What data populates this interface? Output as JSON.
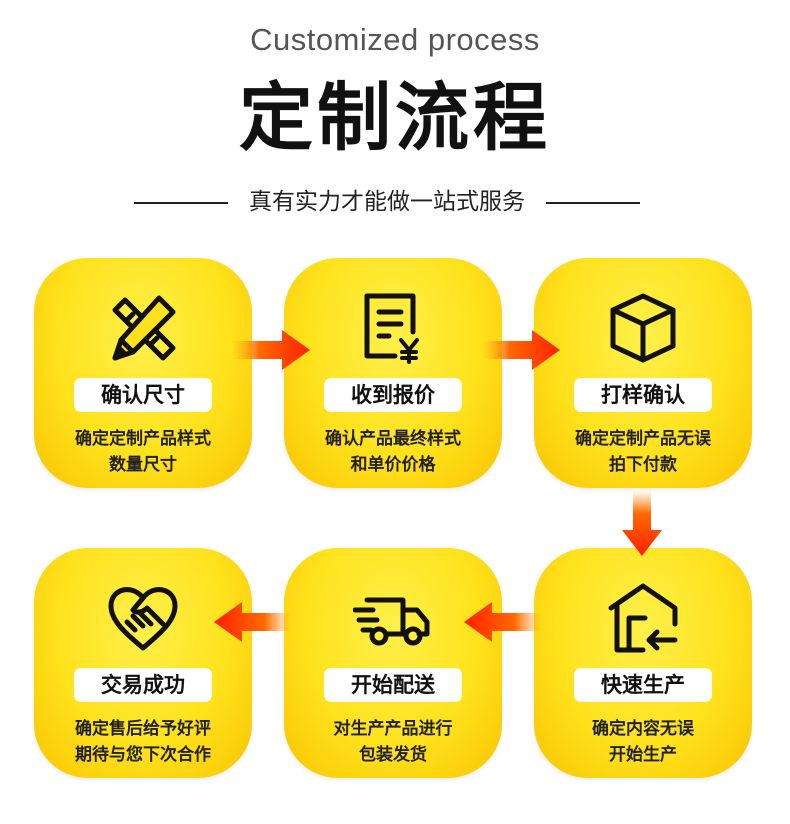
{
  "header": {
    "en_title": "Customized process",
    "cn_title": "定制流程",
    "subtitle": "真有实力才能做一站式服务"
  },
  "colors": {
    "card_yellow": "#ffe21d",
    "arrow_red": "#ff2a00",
    "text_dark": "#111111"
  },
  "steps": [
    {
      "icon": "ruler-pencil-icon",
      "label": "确认尺寸",
      "desc_line1": "确定定制产品样式",
      "desc_line2": "数量尺寸"
    },
    {
      "icon": "quote-document-icon",
      "label": "收到报价",
      "desc_line1": "确认产品最终样式",
      "desc_line2": "和单价价格"
    },
    {
      "icon": "cube-icon",
      "label": "打样确认",
      "desc_line1": "确定定制产品无误",
      "desc_line2": "拍下付款"
    },
    {
      "icon": "factory-icon",
      "label": "快速生产",
      "desc_line1": "确定内容无误",
      "desc_line2": "开始生产"
    },
    {
      "icon": "delivery-truck-icon",
      "label": "开始配送",
      "desc_line1": "对生产产品进行",
      "desc_line2": "包装发货"
    },
    {
      "icon": "handshake-icon",
      "label": "交易成功",
      "desc_line1": "确定售后给予好评",
      "desc_line2": "期待与您下次合作"
    }
  ]
}
